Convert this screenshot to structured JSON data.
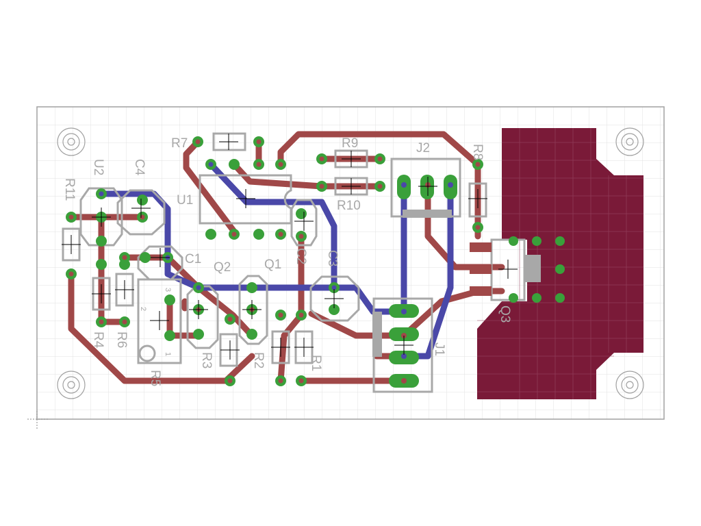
{
  "board": {
    "colors": {
      "background": "#ffffff",
      "grid": "#e2e2e2",
      "outline": "#a0a0a0",
      "top_copper": "#a04848",
      "bottom_copper": "#4a48a8",
      "pad": "#3aa03a",
      "drill": "#a04848",
      "silkscreen": "#a8a8a8",
      "pour": "#7a1a38"
    },
    "labels": {
      "r7": "R7",
      "r9": "R9",
      "j2": "J2",
      "r8": "R8",
      "u2": "U2",
      "c4": "C4",
      "r11": "R11",
      "u1": "U1",
      "r10": "R10",
      "c1": "C1",
      "q2": "Q2",
      "q1": "Q1",
      "c2": "C2",
      "c3": "C3",
      "q3": "Q3",
      "r4": "R4",
      "r6": "R6",
      "r3": "R3",
      "r2": "R2",
      "r1": "R1",
      "r5": "R5",
      "j1": "J1",
      "r5_pin2": "2",
      "r5_pin1": "1",
      "r5_pin3": "3"
    }
  }
}
